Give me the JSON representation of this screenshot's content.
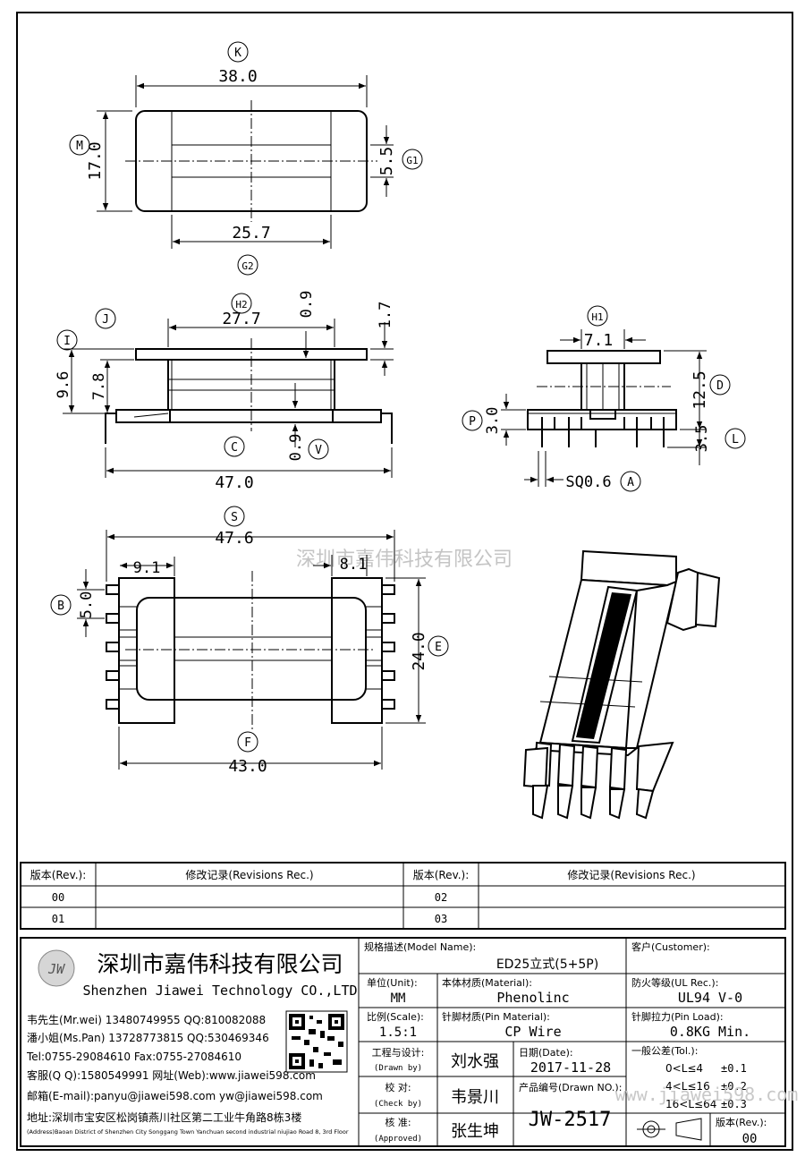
{
  "dims": {
    "top_k": "38.0",
    "top_m": "17.0",
    "top_g1": "5.5",
    "top_g2": "25.7",
    "front_h2": "27.7",
    "front_09a": "0.9",
    "front_17": "1.7",
    "front_96": "9.6",
    "front_78": "7.8",
    "front_09b": "0.9",
    "front_c": "47.0",
    "side_h1": "7.1",
    "side_d": "12.5",
    "side_p": "3.0",
    "side_l": "3.5",
    "side_a": "SQ0.6",
    "bot_s": "47.6",
    "bot_91": "9.1",
    "bot_81": "8.1",
    "bot_b": "5.0",
    "bot_e": "24.0",
    "bot_f": "43.0"
  },
  "callouts": {
    "k": "K",
    "m": "M",
    "g1": "G1",
    "g2": "G2",
    "h2": "H2",
    "j": "J",
    "i": "I",
    "c": "C",
    "v": "V",
    "h1": "H1",
    "d": "D",
    "p": "P",
    "l": "L",
    "a": "A",
    "s": "S",
    "b": "B",
    "e": "E",
    "f": "F"
  },
  "watermark": "深圳市嘉伟科技有限公司",
  "revisions": {
    "h_rev": "版本(Rev.):",
    "h_rec": "修改记录(Revisions Rec.)",
    "r1": "00",
    "r2": "01",
    "r3": "02",
    "r4": "03"
  },
  "company": {
    "logo": "JW",
    "name_cn": "深圳市嘉伟科技有限公司",
    "name_en": "Shenzhen Jiawei Technology CO.,LTD",
    "c1": "韦先生(Mr.wei) 13480749955 QQ:810082088",
    "c2": "潘小姐(Ms.Pan) 13728773815 QQ:530469346",
    "c3": "Tel:0755-29084610      Fax:0755-27084610",
    "c4": "客服(Q Q):1580549991   网址(Web):www.jiawei598.com",
    "c5": "邮箱(E-mail):panyu@jiawei598.com  yw@jiawei598.com",
    "c6": "地址:深圳市宝安区松岗镇燕川社区第二工业牛角路8栋3楼",
    "c7": "(Address)Baoan District of Shenzhen City Songgang Town Yanchuan  second industrial niujiao Road 8, 3rd Floor"
  },
  "title_block": {
    "model_label": "规格描述(Model Name):",
    "model": "ED25立式(5+5P)",
    "customer_label": "客户(Customer):",
    "unit_label": "单位(Unit):",
    "unit": "MM",
    "material_label": "本体材质(Material):",
    "material": "Phenolinc",
    "ul_label": "防火等级(UL Rec.):",
    "ul": "UL94 V-0",
    "scale_label": "比例(Scale):",
    "scale": "1.5:1",
    "pin_label": "针脚材质(Pin Material):",
    "pin": "CP Wire",
    "load_label": "针脚拉力(Pin Load):",
    "load": "0.8KG Min.",
    "drawn_label1": "工程与设计:",
    "drawn_label2": "(Drawn by)",
    "drawn": "刘水强",
    "date_label": "日期(Date):",
    "date": "2017-11-28",
    "tol_label": "一般公差(Tol.):",
    "tol1a": "0<L≤4",
    "tol1b": "±0.1",
    "tol2a": "4<L≤16",
    "tol2b": "±0.2",
    "tol3a": "16<L≤64",
    "tol3b": "±0.3",
    "check_label1": "校  对:",
    "check_label2": "(Check by)",
    "check": "韦景川",
    "drawno_label": "产品编号(Drawn NO.):",
    "drawno": "JW-2517",
    "appr_label1": "核  准:",
    "appr_label2": "(Approved)",
    "appr": "张生坤",
    "rev_label": "版本(Rev.):",
    "rev": "00",
    "url_wm": "www.jiawei598.com"
  }
}
